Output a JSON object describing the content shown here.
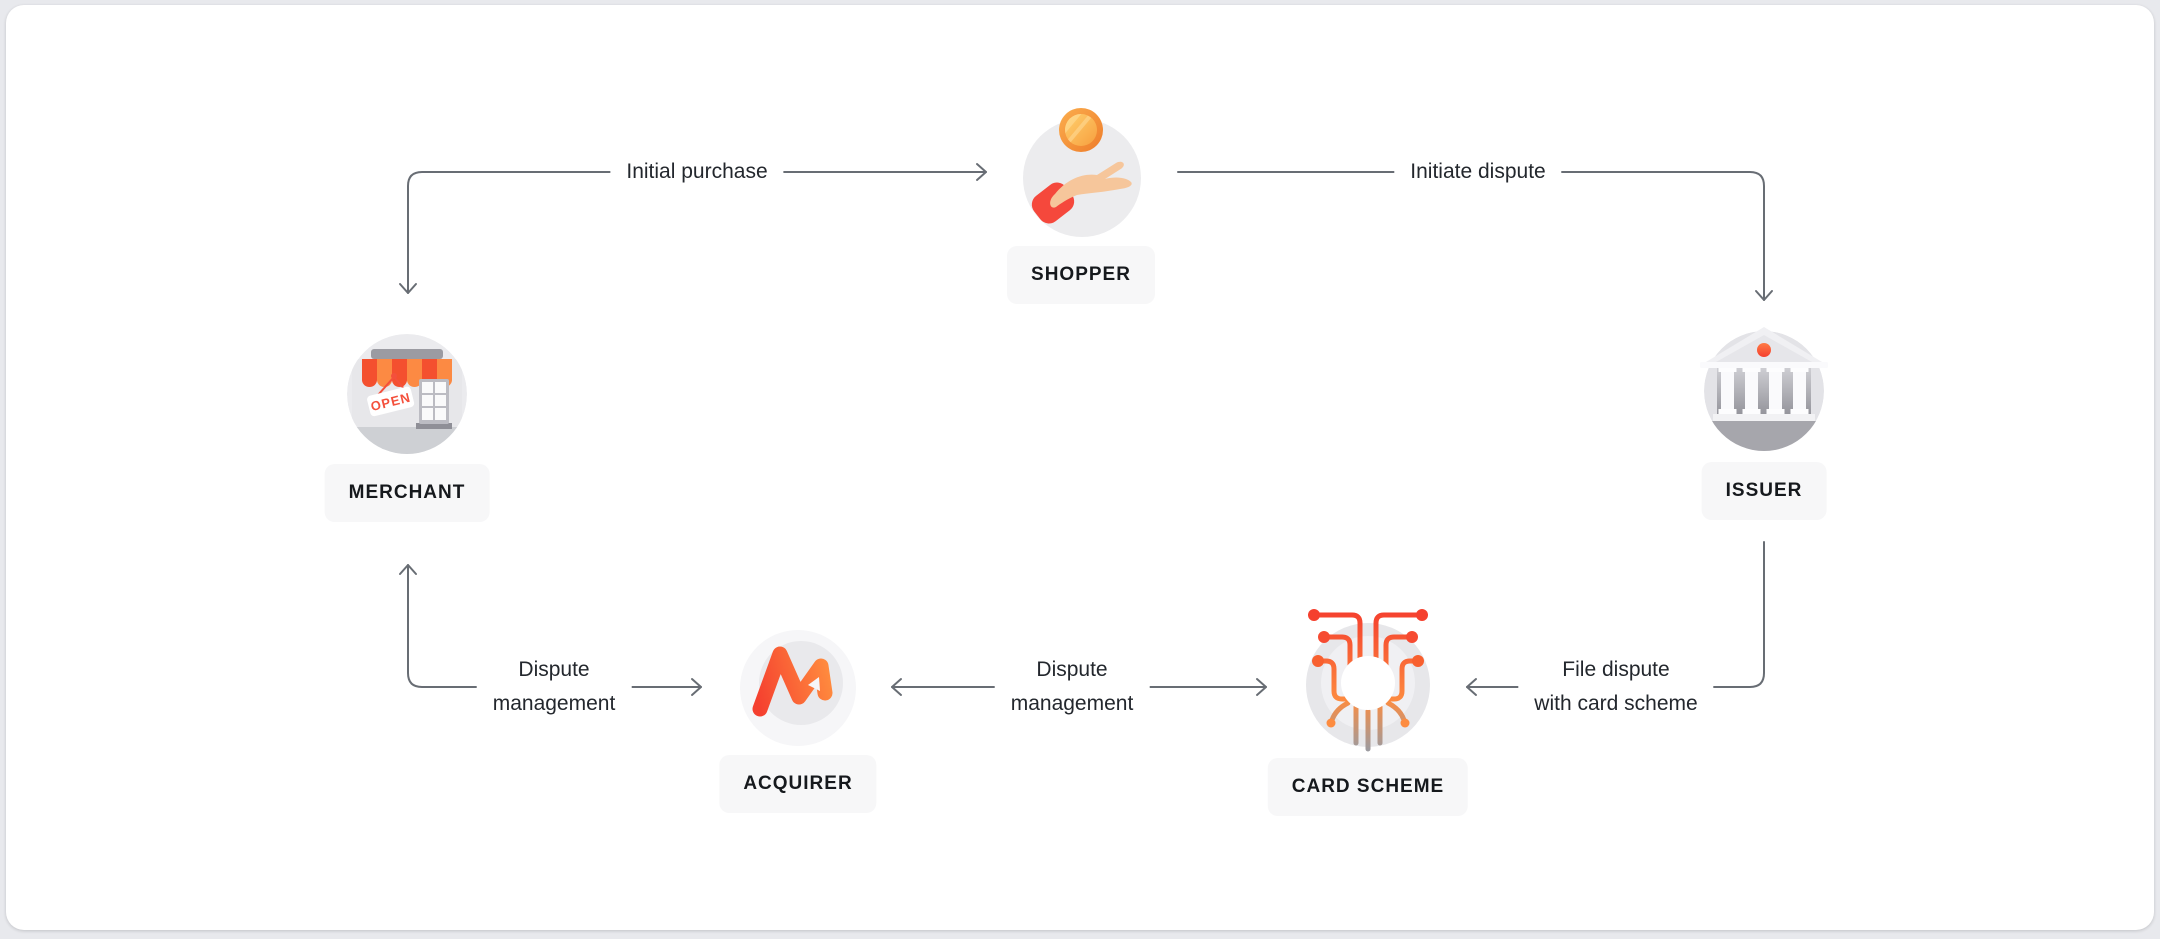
{
  "diagram": {
    "nodes": [
      {
        "id": "shopper",
        "label": "SHOPPER",
        "icon": "hand-with-coin-icon"
      },
      {
        "id": "merchant",
        "label": "MERCHANT",
        "icon": "storefront-icon",
        "sign_text": "OPEN"
      },
      {
        "id": "issuer",
        "label": "ISSUER",
        "icon": "bank-icon"
      },
      {
        "id": "acquirer",
        "label": "ACQUIRER",
        "icon": "adyen-logo-icon"
      },
      {
        "id": "card-scheme",
        "label": "CARD SCHEME",
        "icon": "circuit-icon"
      }
    ],
    "edges": [
      {
        "id": "initial-purchase",
        "label": "Initial purchase",
        "between": [
          "MERCHANT",
          "SHOPPER"
        ],
        "arrowheads": [
          "merchant",
          "shopper"
        ]
      },
      {
        "id": "initiate-dispute",
        "label": "Initiate dispute",
        "between": [
          "SHOPPER",
          "ISSUER"
        ],
        "arrowheads": [
          "issuer"
        ]
      },
      {
        "id": "file-dispute",
        "label": "File dispute with card scheme",
        "label_lines": [
          "File dispute",
          "with card scheme"
        ],
        "between": [
          "ISSUER",
          "CARD SCHEME"
        ],
        "arrowheads": [
          "card-scheme"
        ]
      },
      {
        "id": "dispute-management-card-scheme",
        "label": "Dispute management",
        "label_lines": [
          "Dispute",
          "management"
        ],
        "between": [
          "CARD SCHEME",
          "ACQUIRER"
        ],
        "arrowheads": [
          "acquirer",
          "card-scheme"
        ]
      },
      {
        "id": "dispute-management-merchant",
        "label": "Dispute management",
        "label_lines": [
          "Dispute",
          "management"
        ],
        "between": [
          "ACQUIRER",
          "MERCHANT"
        ],
        "arrowheads": [
          "merchant",
          "acquirer"
        ]
      }
    ],
    "colors": {
      "connector_line": "#686d74",
      "edge_label_text": "#23272d",
      "node_label_bg": "#f7f7f8",
      "node_label_text": "#16191d",
      "accent_red": "#f5483c",
      "accent_orange": "#fc8a43",
      "icon_circle_gray": "#ebebee",
      "page_background": "#e8e9ed",
      "card_background": "#ffffff"
    }
  }
}
